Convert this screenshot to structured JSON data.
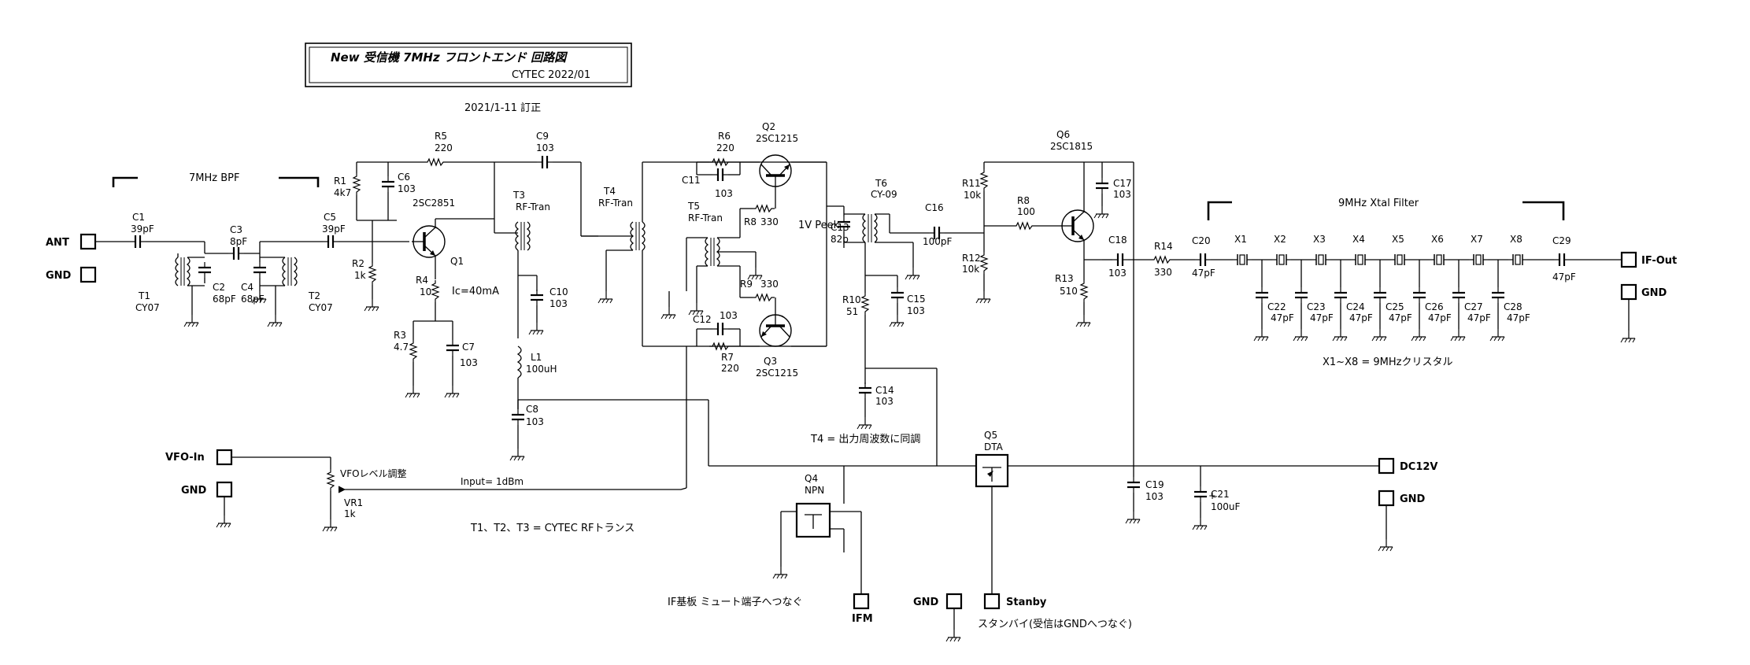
{
  "title": {
    "main": "New 受信機 7MHz フロントエンド 回路図",
    "sub": "CYTEC 2022/01",
    "revision": "2021/1-11 訂正"
  },
  "terminals": {
    "ant": "ANT",
    "gnd_ant": "GND",
    "vfo_in": "VFO-In",
    "gnd_vfo": "GND",
    "ifm": "IFM",
    "gnd_bottom": "GND",
    "stanby": "Stanby",
    "if_out": "IF-Out",
    "gnd_ifout": "GND",
    "dc12v": "DC12V",
    "gnd_dc": "GND"
  },
  "sections": {
    "bpf": "7MHz BPF",
    "xtal_filter": "9MHz Xtal Filter"
  },
  "notes": {
    "ic": "Ic=40mA",
    "peek": "1V Peek",
    "input": "Input= 1dBm",
    "vfo_level": "VFOレベル調整",
    "t4_note": "T4 = 出力周波数に同調",
    "t_note": "T1、T2、T3 = CYTEC RFトランス",
    "xtal_note": "X1~X8 = 9MHzクリスタル",
    "ifm_note": "IF基板 ミュート端子へつなぐ",
    "stanby_note": "スタンバイ(受信はGNDへつなぐ)"
  },
  "components": {
    "C1": [
      "C1",
      "39pF"
    ],
    "C2": [
      "C2",
      "68pF"
    ],
    "C3": [
      "C3",
      "8pF"
    ],
    "C4": [
      "C4",
      "68pF"
    ],
    "C5": [
      "C5",
      "39pF"
    ],
    "C6": [
      "C6",
      "103"
    ],
    "C7": [
      "C7",
      "103"
    ],
    "C8": [
      "C8",
      "103"
    ],
    "C9": [
      "C9",
      "103"
    ],
    "C10": [
      "C10",
      "103"
    ],
    "C11": [
      "C11",
      "103"
    ],
    "C12": [
      "C12",
      "103"
    ],
    "C13": [
      "C13",
      "82p"
    ],
    "C14": [
      "C14",
      "103"
    ],
    "C15": [
      "C15",
      "103"
    ],
    "C16": [
      "C16",
      "100pF"
    ],
    "C17": [
      "C17",
      "103"
    ],
    "C18": [
      "C18",
      "103"
    ],
    "C19": [
      "C19",
      "103"
    ],
    "C20": [
      "C20",
      "47pF"
    ],
    "C21": [
      "C21",
      "100uF"
    ],
    "C22": [
      "C22",
      "47pF"
    ],
    "C23": [
      "C23",
      "47pF"
    ],
    "C24": [
      "C24",
      "47pF"
    ],
    "C25": [
      "C25",
      "47pF"
    ],
    "C26": [
      "C26",
      "47pF"
    ],
    "C27": [
      "C27",
      "47pF"
    ],
    "C28": [
      "C28",
      "47pF"
    ],
    "C29": [
      "C29",
      "47pF"
    ],
    "R1": [
      "R1",
      "4k7"
    ],
    "R2": [
      "R2",
      "1k"
    ],
    "R3": [
      "R3",
      "4.7"
    ],
    "R4": [
      "R4",
      "10"
    ],
    "R5": [
      "R5",
      "220"
    ],
    "R6": [
      "R6",
      "220"
    ],
    "R7": [
      "R7",
      "220"
    ],
    "R8": [
      "R8",
      "330"
    ],
    "R9": [
      "R9",
      "330"
    ],
    "R10": [
      "R10",
      "51"
    ],
    "R11": [
      "R11",
      "10k"
    ],
    "R12": [
      "R12",
      "10k"
    ],
    "R13": [
      "R13",
      "510"
    ],
    "R14": [
      "R14",
      "330"
    ],
    "R8b": [
      "R8",
      "100"
    ],
    "T1": [
      "T1",
      "CY07"
    ],
    "T2": [
      "T2",
      "CY07"
    ],
    "T3": [
      "T3",
      "RF-Tran"
    ],
    "T4": [
      "T4",
      "RF-Tran"
    ],
    "T5": [
      "T5",
      "RF-Tran"
    ],
    "T6": [
      "T6",
      "CY-09"
    ],
    "Q1": [
      "Q1",
      "2SC2851"
    ],
    "Q2": [
      "Q2",
      "2SC1215"
    ],
    "Q3": [
      "Q3",
      "2SC1215"
    ],
    "Q4": [
      "Q4",
      "NPN"
    ],
    "Q5": [
      "Q5",
      "DTA"
    ],
    "Q6": [
      "Q6",
      "2SC1815"
    ],
    "L1": [
      "L1",
      "100uH"
    ],
    "VR1": [
      "VR1",
      "1k"
    ],
    "X1": "X1",
    "X2": "X2",
    "X3": "X3",
    "X4": "X4",
    "X5": "X5",
    "X6": "X6",
    "X7": "X7",
    "X8": "X8"
  }
}
